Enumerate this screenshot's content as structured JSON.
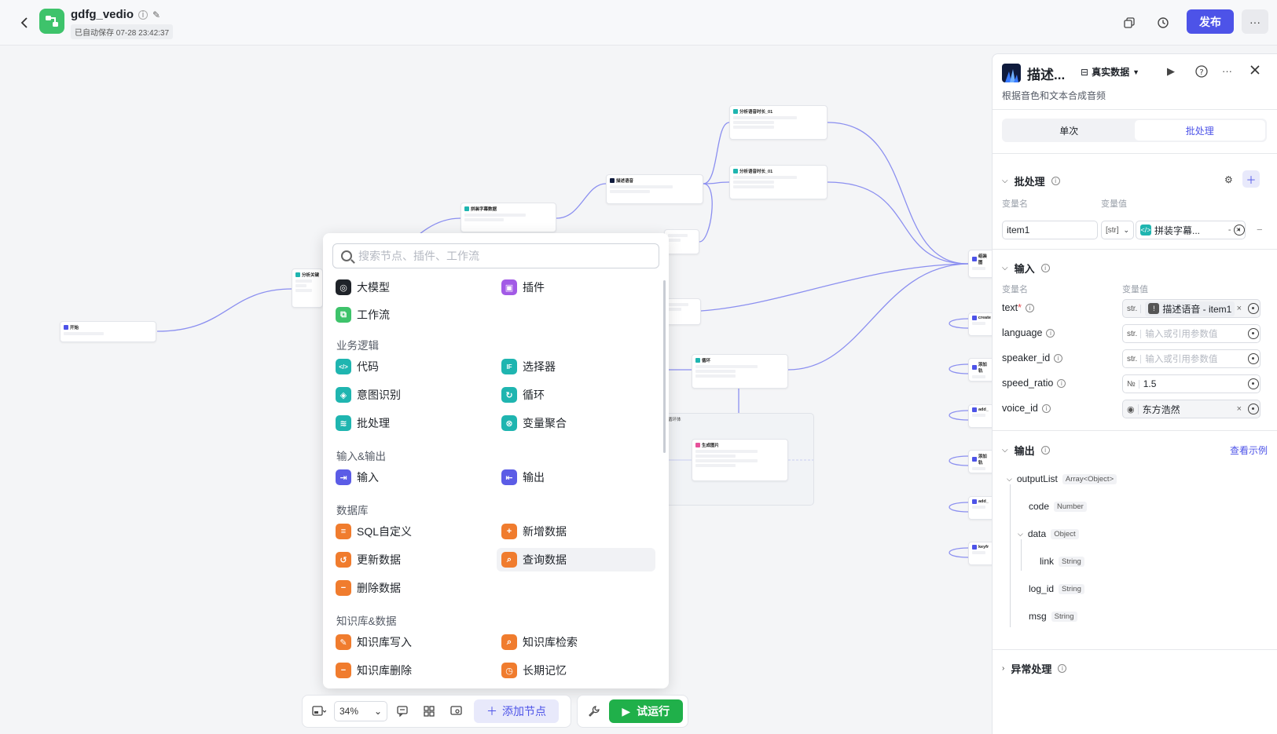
{
  "header": {
    "title": "gdfg_vedio",
    "save_status": "已自动保存 07-28 23:42:37",
    "publish_label": "发布",
    "more_label": "···"
  },
  "canvas": {
    "nodes": {
      "start": "开始",
      "analyze": "分析关键",
      "splice": "拼装字幕数据",
      "describe": "描述语音",
      "analyze_duration_1": "分析语音时长_01",
      "analyze_duration_2": "分析语音时长_01",
      "loop": "循环",
      "loop_body": "循环体",
      "gen_image": "生成图片",
      "right_a": "组装图",
      "right_b": "create",
      "right_c": "添加轨",
      "right_d": "add_",
      "right_e": "添加轨",
      "right_f": "add_",
      "right_g": "keyfr"
    }
  },
  "popup": {
    "search_placeholder": "搜索节点、插件、工作流",
    "top_items": [
      {
        "label": "大模型",
        "icon": "model-icon",
        "color": "#1f2329"
      },
      {
        "label": "插件",
        "icon": "plugin-icon",
        "color": "#a25ae6"
      },
      {
        "label": "工作流",
        "icon": "workflow-icon",
        "color": "#3ec36b"
      }
    ],
    "sections": [
      {
        "title": "业务逻辑",
        "items": [
          {
            "label": "代码",
            "icon": "code-icon",
            "color": "#1fb5b0"
          },
          {
            "label": "选择器",
            "icon": "if-icon",
            "color": "#1fb5b0"
          },
          {
            "label": "意图识别",
            "icon": "intent-icon",
            "color": "#1fb5b0"
          },
          {
            "label": "循环",
            "icon": "loop-icon",
            "color": "#1fb5b0"
          },
          {
            "label": "批处理",
            "icon": "batch-icon",
            "color": "#1fb5b0"
          },
          {
            "label": "变量聚合",
            "icon": "aggregate-icon",
            "color": "#1fb5b0"
          }
        ]
      },
      {
        "title": "输入&输出",
        "items": [
          {
            "label": "输入",
            "icon": "input-icon",
            "color": "#5b5ce6"
          },
          {
            "label": "输出",
            "icon": "output-icon",
            "color": "#5b5ce6"
          }
        ]
      },
      {
        "title": "数据库",
        "items": [
          {
            "label": "SQL自定义",
            "icon": "sql-icon",
            "color": "#f07c2e"
          },
          {
            "label": "新增数据",
            "icon": "db-add-icon",
            "color": "#f07c2e"
          },
          {
            "label": "更新数据",
            "icon": "db-update-icon",
            "color": "#f07c2e"
          },
          {
            "label": "查询数据",
            "icon": "db-query-icon",
            "color": "#f07c2e"
          },
          {
            "label": "删除数据",
            "icon": "db-delete-icon",
            "color": "#f07c2e"
          }
        ]
      },
      {
        "title": "知识库&数据",
        "items": [
          {
            "label": "知识库写入",
            "icon": "kb-write-icon",
            "color": "#f07c2e"
          },
          {
            "label": "知识库检索",
            "icon": "kb-search-icon",
            "color": "#f07c2e"
          },
          {
            "label": "知识库删除",
            "icon": "kb-delete-icon",
            "color": "#f07c2e"
          },
          {
            "label": "长期记忆",
            "icon": "memory-icon",
            "color": "#f07c2e"
          }
        ]
      }
    ]
  },
  "toolbar": {
    "zoom": "34%",
    "add_node_label": "添加节点",
    "run_label": "试运行"
  },
  "panel": {
    "title": "描述...",
    "data_mode": "真实数据",
    "description": "根据音色和文本合成音频",
    "tabs": [
      "单次",
      "批处理"
    ],
    "active_tab": "批处理",
    "batch": {
      "title": "批处理",
      "col_name": "变量名",
      "col_value": "变量值",
      "item_name": "item1",
      "item_type": "[str]",
      "item_ref": "拼装字幕...",
      "item_ref_suffix": "-"
    },
    "input": {
      "title": "输入",
      "col_name": "变量名",
      "col_value": "变量值",
      "rows": [
        {
          "name": "text",
          "required": "*",
          "type": "str.",
          "value": "描述语音 - item1",
          "is_ref": true,
          "placeholder": ""
        },
        {
          "name": "language",
          "required": "",
          "type": "str.",
          "value": "",
          "is_ref": false,
          "placeholder": "输入或引用参数值"
        },
        {
          "name": "speaker_id",
          "required": "",
          "type": "str.",
          "value": "",
          "is_ref": false,
          "placeholder": "输入或引用参数值"
        },
        {
          "name": "speed_ratio",
          "required": "",
          "type": "№",
          "value": "1.5",
          "is_ref": false,
          "placeholder": ""
        },
        {
          "name": "voice_id",
          "required": "",
          "type": "voice",
          "value": "东方浩然",
          "is_ref": false,
          "placeholder": ""
        }
      ]
    },
    "output": {
      "title": "输出",
      "example_link": "查看示例",
      "tree": [
        {
          "name": "outputList",
          "type": "Array<Object>"
        },
        {
          "name": "code",
          "type": "Number"
        },
        {
          "name": "data",
          "type": "Object"
        },
        {
          "name": "link",
          "type": "String"
        },
        {
          "name": "log_id",
          "type": "String"
        },
        {
          "name": "msg",
          "type": "String"
        }
      ]
    },
    "exception": {
      "title": "异常处理"
    }
  },
  "colors": {
    "accent": "#4d53e8",
    "run_green": "#20b04a",
    "app_green": "#3ec36b",
    "edge": "#8b8ff0"
  }
}
